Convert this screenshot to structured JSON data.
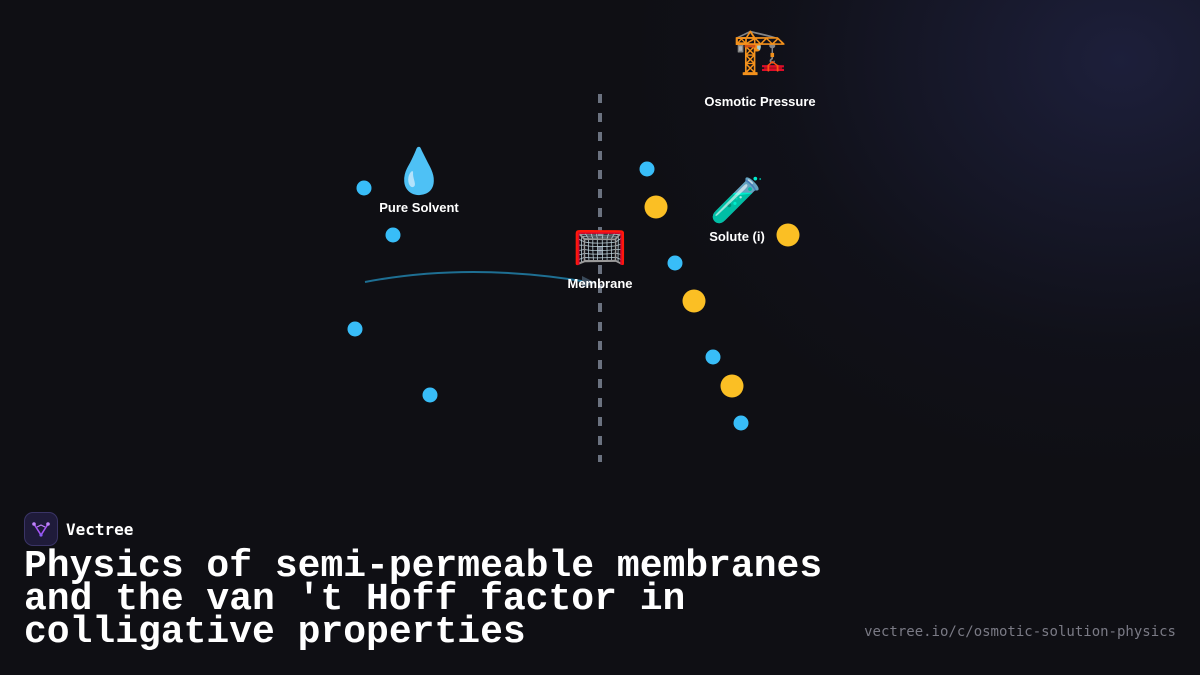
{
  "diagram": {
    "nodes": [
      {
        "id": "osmotic-pressure",
        "icon": "construction-crane-icon",
        "glyph": "🏗️",
        "label": "Osmotic Pressure"
      },
      {
        "id": "pure-solvent",
        "icon": "droplet-icon",
        "glyph": "💧",
        "label": "Pure Solvent"
      },
      {
        "id": "solute",
        "icon": "test-tube-icon",
        "glyph": "🧪",
        "label": "Solute (i)"
      },
      {
        "id": "membrane",
        "icon": "goal-net-icon",
        "glyph": "🥅",
        "label": "Membrane"
      }
    ],
    "colors": {
      "solvent_particle": "#38bdf8",
      "solute_particle": "#fbbf24",
      "membrane_line": "#6b7280",
      "flow_arrow": "#1e6f93"
    }
  },
  "brand": {
    "name": "Vectree",
    "logo_icon": "vectree-logo-icon"
  },
  "title": "Physics of semi-permeable membranes and the van 't Hoff factor in colligative properties",
  "url": "vectree.io/c/osmotic-solution-physics"
}
